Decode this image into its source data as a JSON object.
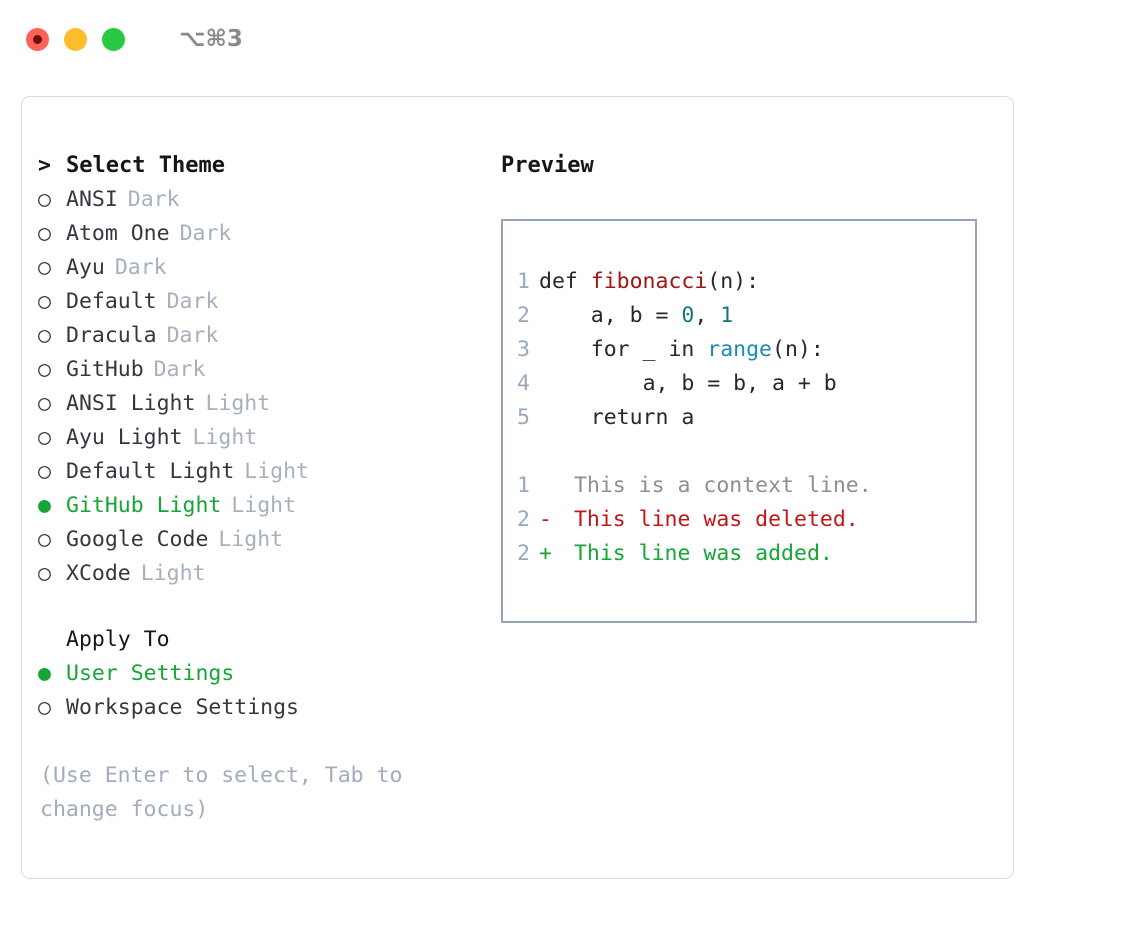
{
  "titlebar": {
    "shortcut": "⌥⌘3",
    "lights": [
      "close",
      "minimize",
      "maximize"
    ]
  },
  "theme_picker": {
    "header": {
      "marker": ">",
      "label": "Select Theme"
    },
    "marker_selected": "●",
    "marker_unselected": "○",
    "items": [
      {
        "name": "ANSI",
        "variant": "Dark",
        "selected": false
      },
      {
        "name": "Atom One",
        "variant": "Dark",
        "selected": false
      },
      {
        "name": "Ayu",
        "variant": "Dark",
        "selected": false
      },
      {
        "name": "Default",
        "variant": "Dark",
        "selected": false
      },
      {
        "name": "Dracula",
        "variant": "Dark",
        "selected": false
      },
      {
        "name": "GitHub",
        "variant": "Dark",
        "selected": false
      },
      {
        "name": "ANSI Light",
        "variant": "Light",
        "selected": false
      },
      {
        "name": "Ayu Light",
        "variant": "Light",
        "selected": false
      },
      {
        "name": "Default Light",
        "variant": "Light",
        "selected": false
      },
      {
        "name": "GitHub Light",
        "variant": "Light",
        "selected": true
      },
      {
        "name": "Google Code",
        "variant": "Light",
        "selected": false
      },
      {
        "name": "XCode",
        "variant": "Light",
        "selected": false
      }
    ]
  },
  "apply_to": {
    "label": "Apply To",
    "items": [
      {
        "name": "User Settings",
        "selected": true
      },
      {
        "name": "Workspace Settings",
        "selected": false
      }
    ]
  },
  "hint": "(Use Enter to select, Tab to change focus)",
  "preview": {
    "label": "Preview",
    "code_lines": [
      {
        "num": "1",
        "indent": "",
        "segments": [
          {
            "text": "def ",
            "style": "plain"
          },
          {
            "text": "fibonacci",
            "style": "fn"
          },
          {
            "text": "(n):",
            "style": "plain"
          }
        ]
      },
      {
        "num": "2",
        "indent": "    ",
        "segments": [
          {
            "text": "a, b = ",
            "style": "plain"
          },
          {
            "text": "0",
            "style": "num"
          },
          {
            "text": ", ",
            "style": "plain"
          },
          {
            "text": "1",
            "style": "num"
          }
        ]
      },
      {
        "num": "3",
        "indent": "    ",
        "segments": [
          {
            "text": "for _ in ",
            "style": "plain"
          },
          {
            "text": "range",
            "style": "call"
          },
          {
            "text": "(n):",
            "style": "plain"
          }
        ]
      },
      {
        "num": "4",
        "indent": "        ",
        "segments": [
          {
            "text": "a, b = b, a + b",
            "style": "plain"
          }
        ]
      },
      {
        "num": "5",
        "indent": "    ",
        "segments": [
          {
            "text": "return a",
            "style": "plain"
          }
        ]
      }
    ],
    "diff_lines": [
      {
        "num": "1",
        "sign": " ",
        "text": "This is a context line.",
        "kind": "context"
      },
      {
        "num": "2",
        "sign": "-",
        "text": "This line was deleted.",
        "kind": "deleted"
      },
      {
        "num": "2",
        "sign": "+",
        "text": "This line was added.",
        "kind": "added"
      }
    ]
  },
  "colors": {
    "accent_green": "#16a637",
    "muted": "#a7b0bd",
    "hint": "#a3acbb",
    "line_number": "#9aa8bd",
    "panel_border": "#d8dde4",
    "preview_border": "#97a3b3",
    "syntax_function": "#a31515",
    "syntax_number": "#0f7a74",
    "syntax_call": "#1f8ab5",
    "diff_deleted": "#c01818",
    "diff_added": "#16a637",
    "diff_context": "#8a8f98",
    "light_red": "#ff6058",
    "light_yellow": "#ffbd2e",
    "light_green": "#28c840"
  }
}
